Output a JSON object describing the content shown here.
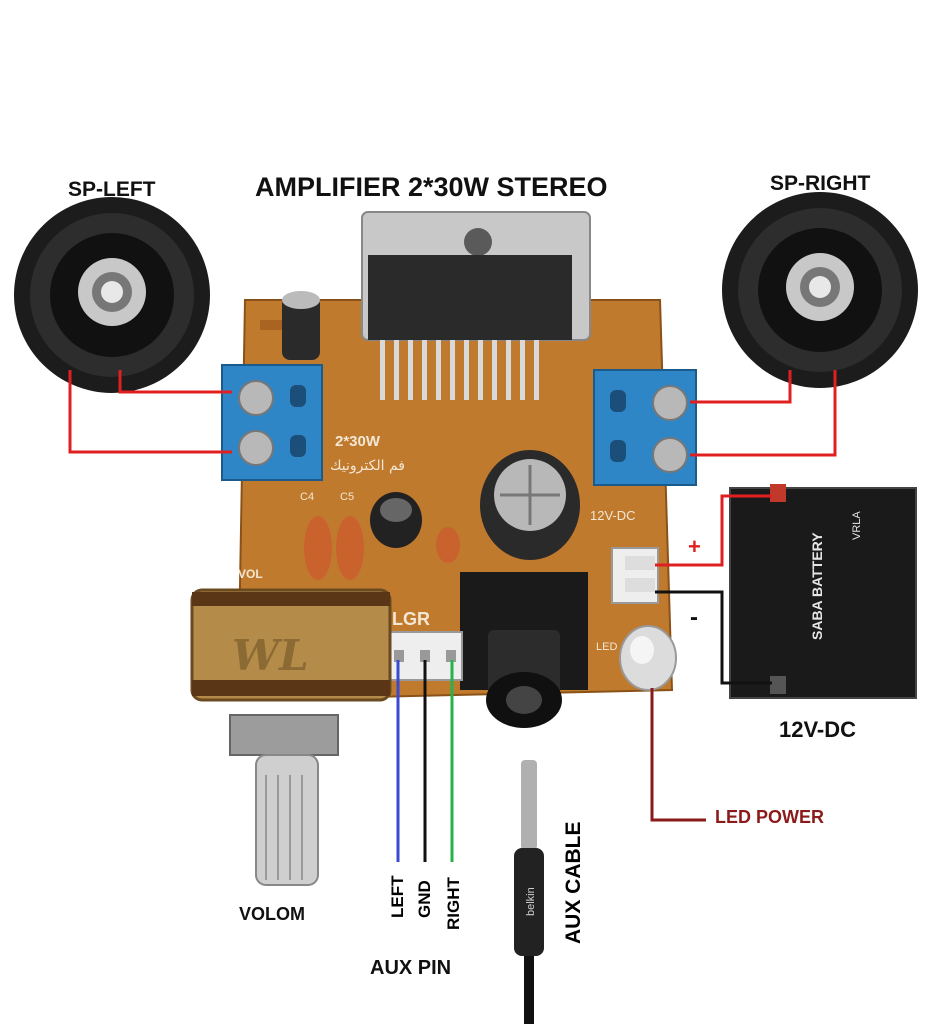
{
  "title": "AMPLIFIER 2*30W STEREO",
  "speakers": {
    "left": "SP-LEFT",
    "right": "SP-RIGHT"
  },
  "board": {
    "silk_power": "2*30W",
    "silk_arabic": "فم الكترونيك",
    "silk_vol": "VOL",
    "silk_lgr": "LGR",
    "silk_dc": "12V-DC",
    "silk_c4": "C4",
    "silk_c5": "C5",
    "silk_led": "LED"
  },
  "battery": {
    "label": "12V-DC",
    "brand": "SABA BATTERY",
    "type": "VRLA",
    "plus": "+",
    "minus": "-"
  },
  "led_power": "LED POWER",
  "volume": "VOLOM",
  "aux_pin": {
    "title": "AUX PIN",
    "left": "LEFT",
    "gnd": "GND",
    "right": "RIGHT"
  },
  "aux_cable": {
    "label": "AUX CABLE",
    "brand": "belkin"
  },
  "pot_text": "WL",
  "colors": {
    "wire_red": "#e02020",
    "wire_dark_red": "#8b1a1a",
    "wire_blue": "#3a4bd1",
    "wire_black": "#111111",
    "wire_green": "#27b34a",
    "pcb": "#c07a2e",
    "terminal": "#2f86c6"
  }
}
